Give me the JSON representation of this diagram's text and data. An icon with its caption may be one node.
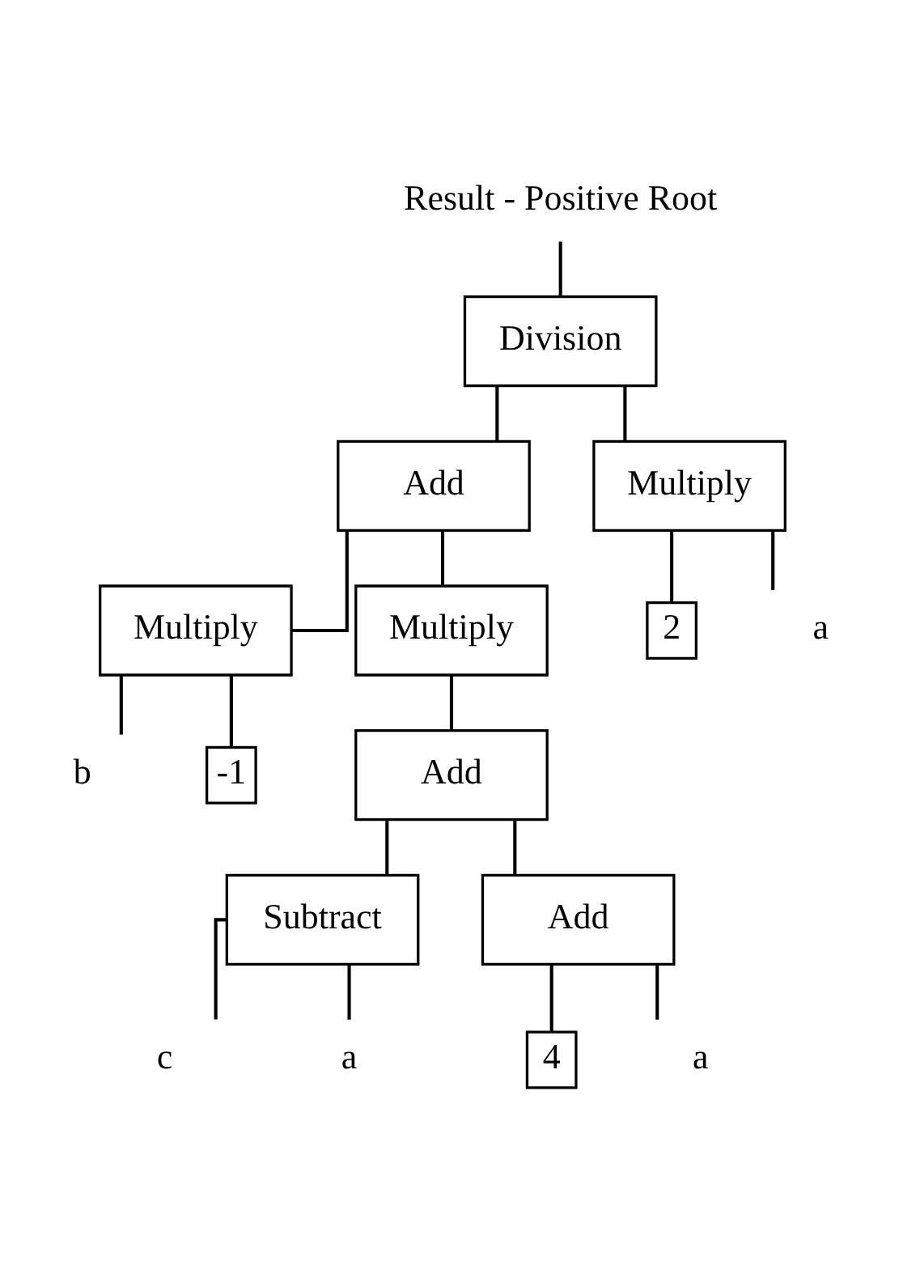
{
  "diagram": {
    "nodes": [
      {
        "text": [
          "Result - Positive Root"
        ]
      },
      {
        "text": [
          "Division"
        ]
      },
      {
        "text": [
          "Add"
        ]
      },
      {
        "text": [
          "Multiply"
        ]
      },
      {
        "text": [
          "Multiply"
        ]
      },
      {
        "text": [
          "Multiply"
        ]
      },
      {
        "text": [
          "2"
        ]
      },
      {
        "text": [
          "a"
        ]
      },
      {
        "text": [
          "b"
        ]
      },
      {
        "text": [
          "-1"
        ]
      },
      {
        "text": [
          "Add"
        ]
      },
      {
        "text": [
          "Subtract"
        ]
      },
      {
        "text": [
          "Add"
        ]
      },
      {
        "text": [
          "c"
        ]
      },
      {
        "text": [
          "a"
        ]
      },
      {
        "text": [
          "4"
        ]
      },
      {
        "text": [
          "a"
        ]
      }
    ],
    "edges": [
      {
        "from": 0,
        "to": 1,
        "arrow": "none"
      },
      {
        "from": 1,
        "to": 2,
        "arrow": "none"
      },
      {
        "from": 1,
        "to": 3,
        "arrow": "none"
      },
      {
        "from": 2,
        "to": 4,
        "arrow": "none"
      },
      {
        "from": 2,
        "to": 5,
        "arrow": "none"
      },
      {
        "from": 3,
        "to": 6,
        "arrow": "none"
      },
      {
        "from": 3,
        "to": 7,
        "arrow": "none"
      },
      {
        "from": 4,
        "to": 8,
        "arrow": "none"
      },
      {
        "from": 4,
        "to": 9,
        "arrow": "none"
      },
      {
        "from": 5,
        "to": 10,
        "arrow": "none"
      },
      {
        "from": 10,
        "to": 11,
        "arrow": "none"
      },
      {
        "from": 10,
        "to": 12,
        "arrow": "none"
      },
      {
        "from": 11,
        "to": 13,
        "arrow": "none"
      },
      {
        "from": 11,
        "to": 14,
        "arrow": "none"
      },
      {
        "from": 12,
        "to": 15,
        "arrow": "none"
      },
      {
        "from": 12,
        "to": 16,
        "arrow": "none"
      }
    ]
  }
}
